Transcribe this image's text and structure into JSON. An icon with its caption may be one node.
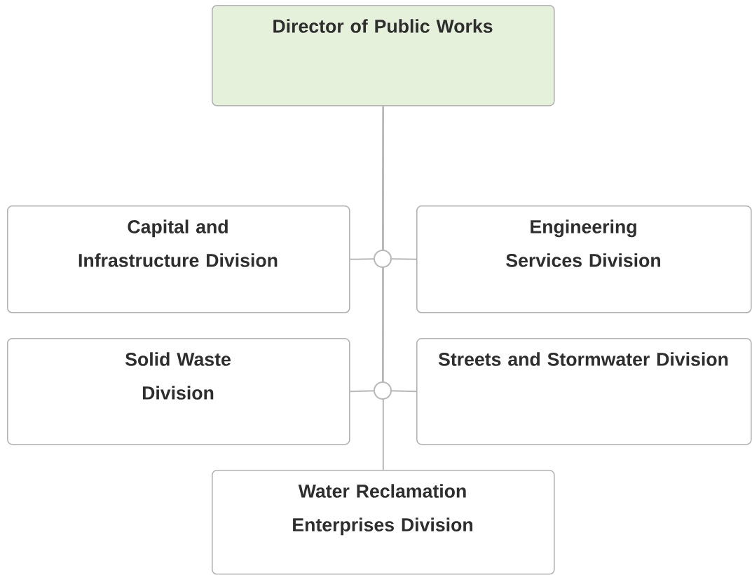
{
  "diagram": {
    "nodes": [
      {
        "text": [
          "Director of Public Works"
        ]
      },
      {
        "text": [
          "Capital and Infrastructure Division"
        ]
      },
      {
        "text": [
          "Engineering Services Division"
        ]
      },
      {
        "text": [
          "Solid Waste Division"
        ]
      },
      {
        "text": [
          "Streets and Stormwater Division"
        ]
      },
      {
        "text": [
          "Water Reclamation Enterprises Division"
        ]
      }
    ],
    "edges": [
      {
        "from": 0,
        "to": 1,
        "arrow": "none"
      },
      {
        "from": 0,
        "to": 2,
        "arrow": "none"
      },
      {
        "from": 0,
        "to": 3,
        "arrow": "none"
      },
      {
        "from": 0,
        "to": 4,
        "arrow": "none"
      },
      {
        "from": 0,
        "to": 5,
        "arrow": "none"
      }
    ]
  }
}
